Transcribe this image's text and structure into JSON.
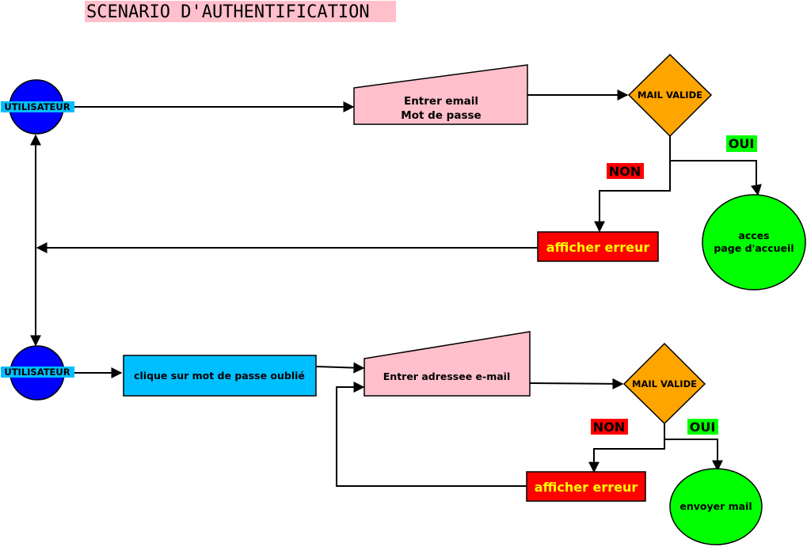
{
  "title": "SCENARIO D'AUTHENTIFICATION",
  "colors": {
    "title_bg": "#ffc0cb",
    "user_circle": "#0000ff",
    "user_label_bg": "#00bfff",
    "input_box": "#ffc0cb",
    "decision": "#ffa500",
    "error_box": "#ff0000",
    "error_text": "#ffff00",
    "success": "#00ff00",
    "action_box": "#00bfff"
  },
  "scenario_login": {
    "user": "UTILISATEUR",
    "input_line1": "Entrer email",
    "input_line2": "Mot de passe",
    "decision": "MAIL VALIDE",
    "yes": "OUI",
    "no": "NON",
    "error": "afficher erreur",
    "success_line1": "acces",
    "success_line2": "page d'accueil"
  },
  "scenario_forgot": {
    "user": "UTILISATEUR",
    "action": "clique sur mot de passe oublié",
    "input": "Entrer adressee e-mail",
    "decision": "MAIL VALIDE",
    "yes": "OUI",
    "no": "NON",
    "error": "afficher erreur",
    "success": "envoyer mail"
  }
}
